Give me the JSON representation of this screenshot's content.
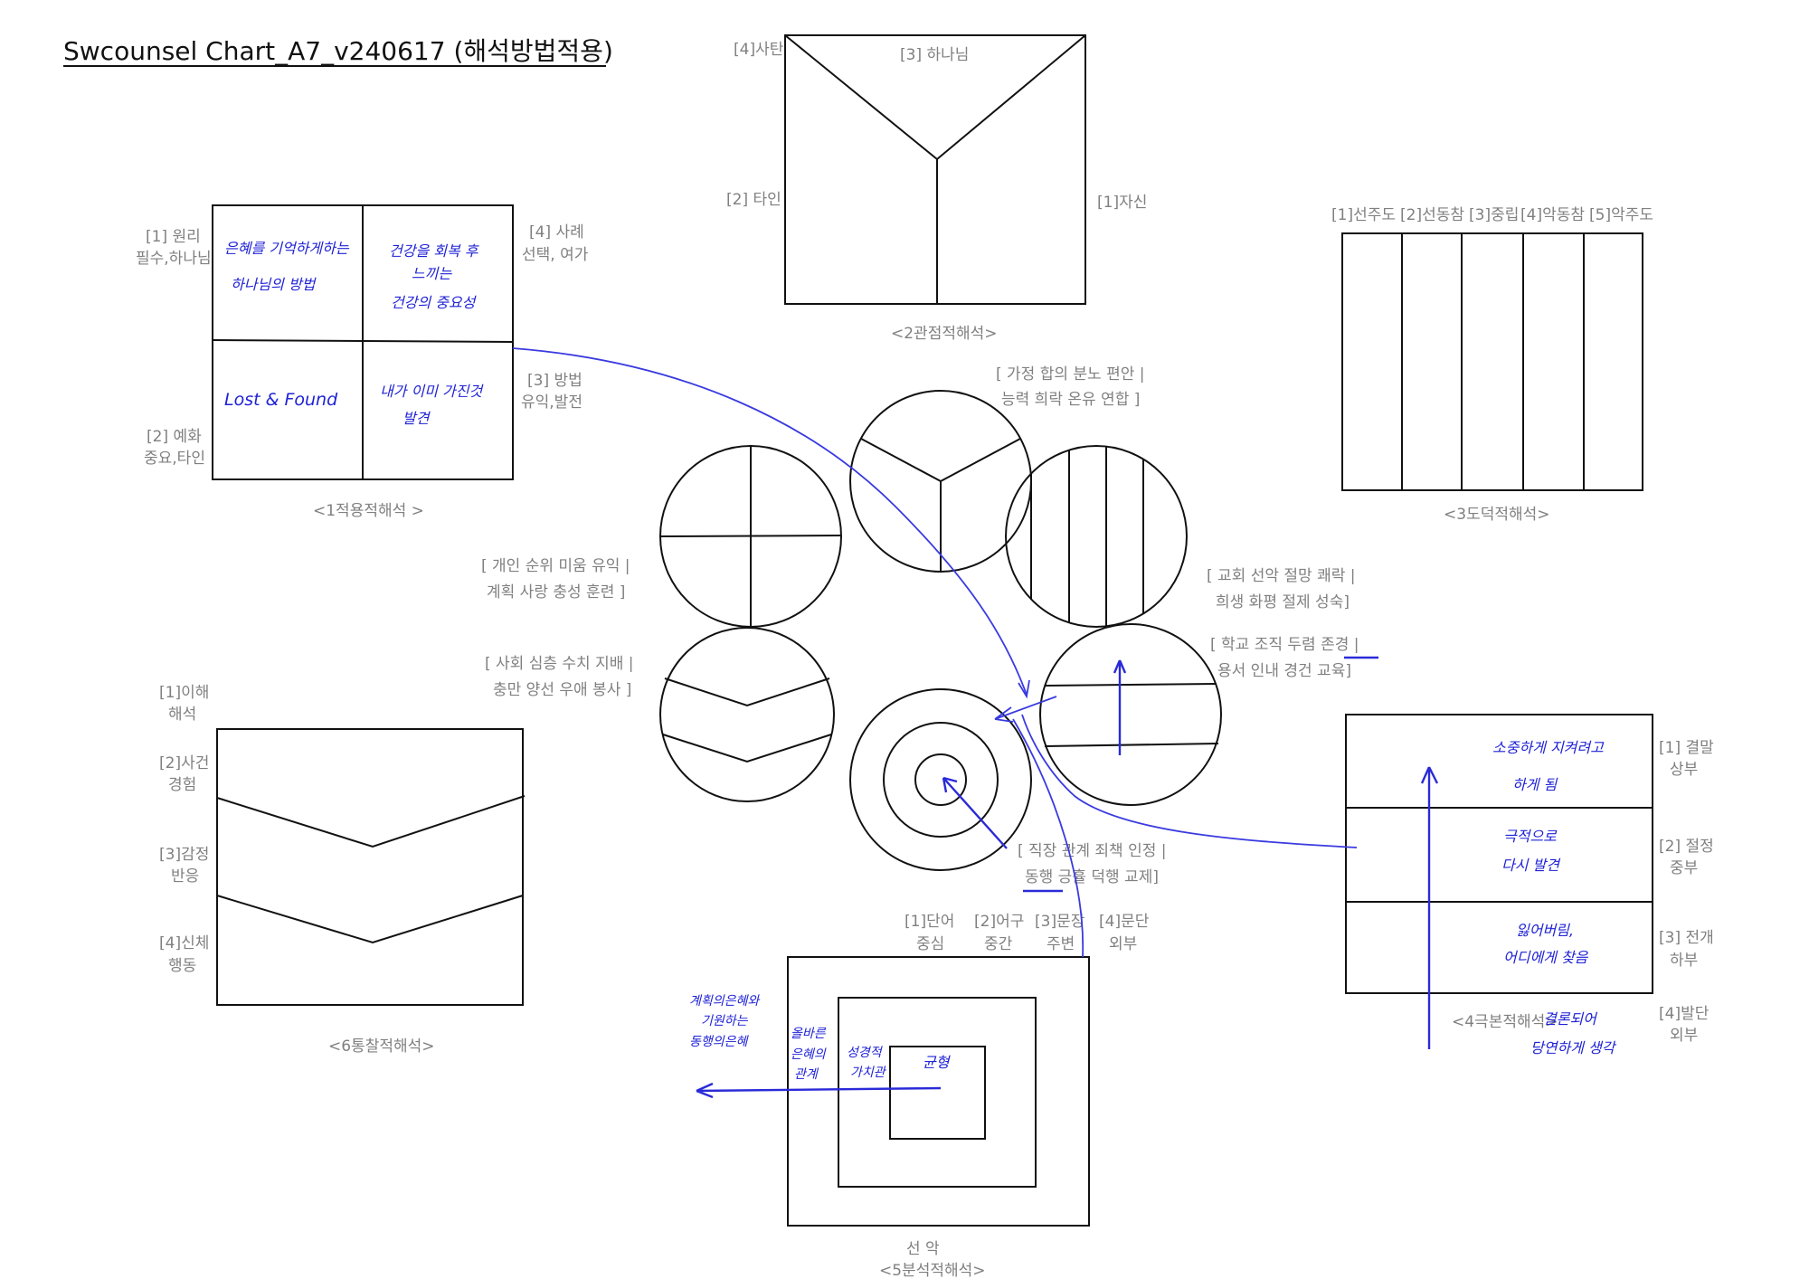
{
  "title": "Swcounsel Chart_A7_v240617 (해석방법적용)",
  "colors": {
    "ink": "#111111",
    "label": "#808080",
    "pen": "#1f22d6"
  },
  "panel1": {
    "caption": "<1적용적해석 >",
    "label_tl_1": "[1] 원리",
    "label_tl_2": "필수,하나님",
    "label_bl_1": "[2] 예화",
    "label_bl_2": "중요,타인",
    "label_tr_1": "[4] 사례",
    "label_tr_2": "선택, 여가",
    "label_mr_1": "[3] 방법",
    "label_mr_2": "유익,발전",
    "hw_tl_1": "은혜를 기억하게하는",
    "hw_tl_2": "하나님의 방법",
    "hw_tr_1": "건강을 회복 후",
    "hw_tr_2": "느끼는",
    "hw_tr_3": "건강의 중요성",
    "hw_bl": "Lost & Found",
    "hw_br_1": "내가 이미 가진것",
    "hw_br_2": "발견"
  },
  "panel2": {
    "caption": "<2관점적해석>",
    "label_top": "[3] 하나님",
    "label_tl": "[4]사탄",
    "label_left": "[2] 타인",
    "label_right": "[1]자신"
  },
  "panel3": {
    "caption": "<3도덕적해석>",
    "columns": [
      "[1]선주도",
      "[2]선동참",
      "[3]중립",
      "[4]악동참",
      "[5]악주도"
    ]
  },
  "panel4": {
    "caption": "<4극본적해석>",
    "label_r1_1": "[1] 결말",
    "label_r1_2": "상부",
    "label_r2_1": "[2] 절정",
    "label_r2_2": "중부",
    "label_r3_1": "[3] 전개",
    "label_r3_2": "하부",
    "label_r4_1": "[4]발단",
    "label_r4_2": "외부",
    "hw_1a": "소중하게 지켜려고",
    "hw_1b": "하게 됨",
    "hw_2a": "극적으로",
    "hw_2b": "다시 발견",
    "hw_3a": "잃어버림,",
    "hw_3b": "어디에게 찾음",
    "hw_4a": "결론되어",
    "hw_4b": "당연하게 생각"
  },
  "panel5": {
    "caption": "<5분석적해석>",
    "bottom_label": "선   악",
    "cols": [
      {
        "a": "[1]단어",
        "b": "중심"
      },
      {
        "a": "[2]어구",
        "b": "중간"
      },
      {
        "a": "[3]문장",
        "b": "주변"
      },
      {
        "a": "[4]문단",
        "b": "외부"
      }
    ],
    "hw_center": "균형",
    "hw_mid_1": "성경적",
    "hw_mid_2": "가치관",
    "hw_outer_1": "올바른",
    "hw_outer_2": "은혜의",
    "hw_outer_3": "관계",
    "hw_far_1": "계획의은혜와",
    "hw_far_2": "기원하는",
    "hw_far_3": "동행의은혜"
  },
  "panel6": {
    "caption": "<6통찰적해석>",
    "rows": [
      {
        "a": "[1]이해",
        "b": "해석"
      },
      {
        "a": "[2]사건",
        "b": "경험"
      },
      {
        "a": "[3]감정",
        "b": "반응"
      },
      {
        "a": "[4]신체",
        "b": "행동"
      }
    ]
  },
  "circles": {
    "c_top_1": "[ 가정 합의 분노 편안 |",
    "c_top_2": "능력 희락 온유 연합 ]",
    "c_left_1": "[ 개인 순위 미움 유익 |",
    "c_left_2": "계획 사랑 충성 훈련 ]",
    "c_right_1": "[ 교회 선악 절망 쾌락 |",
    "c_right_2": "희생 화평 절제 성숙]",
    "c_school_1": "[ 학교 조직 두렴 존경 |",
    "c_school_2": "용서 인내 경건 교육]",
    "c_society_1": "[ 사회 심층 수치 지배 |",
    "c_society_2": "충만 양선 우애 봉사 ]",
    "c_work_1": "[ 직장 관계 죄책 인정 |",
    "c_work_2": "동행 긍휼 덕행 교제]"
  }
}
